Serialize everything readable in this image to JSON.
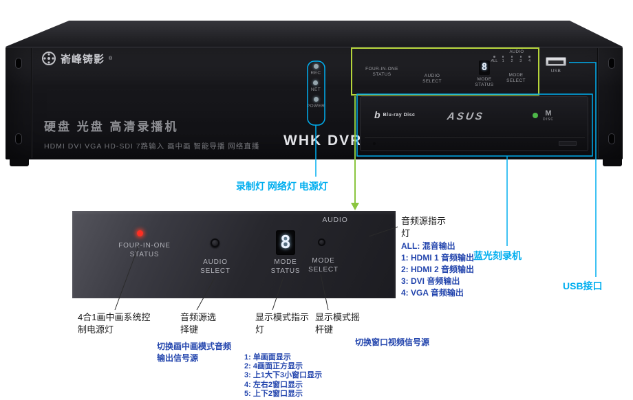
{
  "colors": {
    "cyan": "#00aeef",
    "blue": "#2345ad",
    "green_box": "#b5d43a",
    "green_line": "#8bc53f"
  },
  "device": {
    "brand": "嵛峰铸影",
    "reg_mark": "®",
    "tagline": "硬盘 光盘 高清录播机",
    "features": "HDMI DVI VGA HD-SDI 7路输入 画中画 智能导播 网络直播",
    "model": "WHK DVR",
    "led_labels": [
      "REC",
      "NET",
      "POWER"
    ]
  },
  "panel": {
    "four_in_one_line1": "FOUR-IN-ONE",
    "four_in_one_line2": "STATUS",
    "audio_select_line1": "AUDIO",
    "audio_select_line2": "SELECT",
    "mode_status_line1": "MODE",
    "mode_status_line2": "STATUS",
    "mode_select_line1": "MODE",
    "mode_select_line2": "SELECT",
    "audio_heading": "AUDIO",
    "channels": [
      "ALL",
      "1",
      "2",
      "3",
      "4"
    ],
    "digit": "8",
    "usb": "USB"
  },
  "drive": {
    "bluray_b": "b",
    "bluray_logo": "Blu-ray Disc",
    "brand": "ASUS",
    "mdisc_m": "M",
    "mdisc_d": "DISC"
  },
  "callouts": {
    "leds": "录制灯 网络灯 电源灯",
    "audio_indicator_line1": "音频源指示",
    "audio_indicator_line2": "灯",
    "audio_outputs": [
      "ALL: 混音输出",
      "1: HDMI 1 音频输出",
      "2: HDMI 2 音频输出",
      "3: DVI 音频输出",
      "4: VGA 音频输出"
    ],
    "bluray": "蓝光刻录机",
    "usb": "USB接口",
    "four_in_one_line1": "4合1画中画系统控",
    "four_in_one_line2": "制电源灯",
    "audio_select_line1": "音频源选",
    "audio_select_line2": "择键",
    "audio_select_note_line1": "切换画中画模式音频",
    "audio_select_note_line2": "输出信号源",
    "mode_status_line1": "显示模式指示",
    "mode_status_line2": "灯",
    "mode_select_line1": "显示模式摇",
    "mode_select_line2": "杆键",
    "mode_select_note": "切换窗口视频信号源",
    "display_modes": [
      "1: 单画面显示",
      "2: 4画面正方显示",
      "3: 上1大下3小窗口显示",
      "4: 左右2窗口显示",
      "5: 上下2窗口显示"
    ]
  }
}
